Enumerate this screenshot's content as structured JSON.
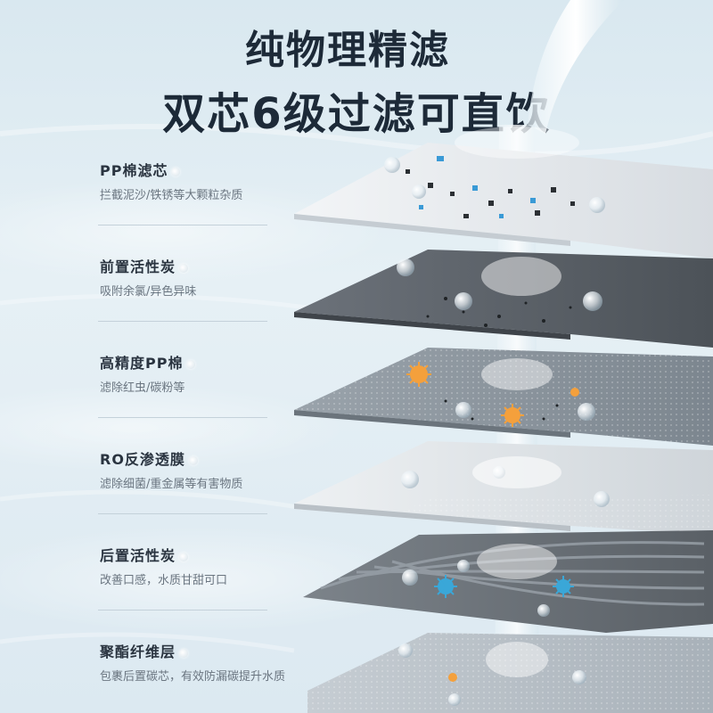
{
  "headline": {
    "line1": "纯物理精滤",
    "line2": "双芯6级过滤可直饮"
  },
  "layers": [
    {
      "title": "PP棉滤芯",
      "desc": "拦截泥沙/铁锈等大颗粒杂质"
    },
    {
      "title": "前置活性炭",
      "desc": "吸附余氯/异色异味"
    },
    {
      "title": "高精度PP棉",
      "desc": "滤除红虫/碳粉等"
    },
    {
      "title": "RO反渗透膜",
      "desc": "滤除细菌/重金属等有害物质"
    },
    {
      "title": "后置活性炭",
      "desc": "改善口感，水质甘甜可口"
    },
    {
      "title": "聚酯纤维层",
      "desc": "包裹后置碳芯，有效防漏碳提升水质"
    }
  ],
  "colors": {
    "title": "#1d2a38",
    "pp_layer": "#e9edf1",
    "carbon_layer": "#5c6268",
    "fine_pp_layer": "#8a949d",
    "ro_layer": "#dde2e6",
    "post_carbon_layer": "#6e757c",
    "fiber_layer": "#b9c2c9",
    "bacteria_orange": "#f4a03c",
    "bacteria_blue": "#3aa7d8"
  }
}
